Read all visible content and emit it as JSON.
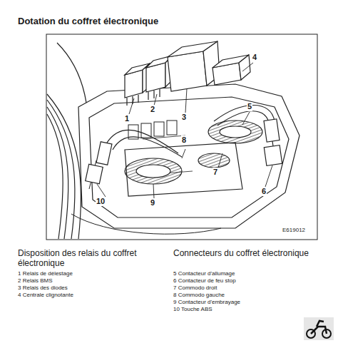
{
  "diagram": {
    "title": "Dotation du coffret électronique",
    "labels": [
      "1",
      "2",
      "3",
      "4",
      "5",
      "6",
      "7",
      "8",
      "9",
      "10",
      "E619012",
      "Disposition des relais du coffret électronique",
      "1 Relais de délestage",
      "2 Relais BMS",
      "3 Relais des diodes",
      "4 Centrale clignotante",
      "Connecteurs du coffret électronique",
      "5 Contacteur d'allumage",
      "6 Contacteur de feu stop",
      "7 Commodo droit",
      "8 Commodo gauche",
      "9 Contacteur d'embrayage",
      "10 Touche ABS"
    ]
  }
}
